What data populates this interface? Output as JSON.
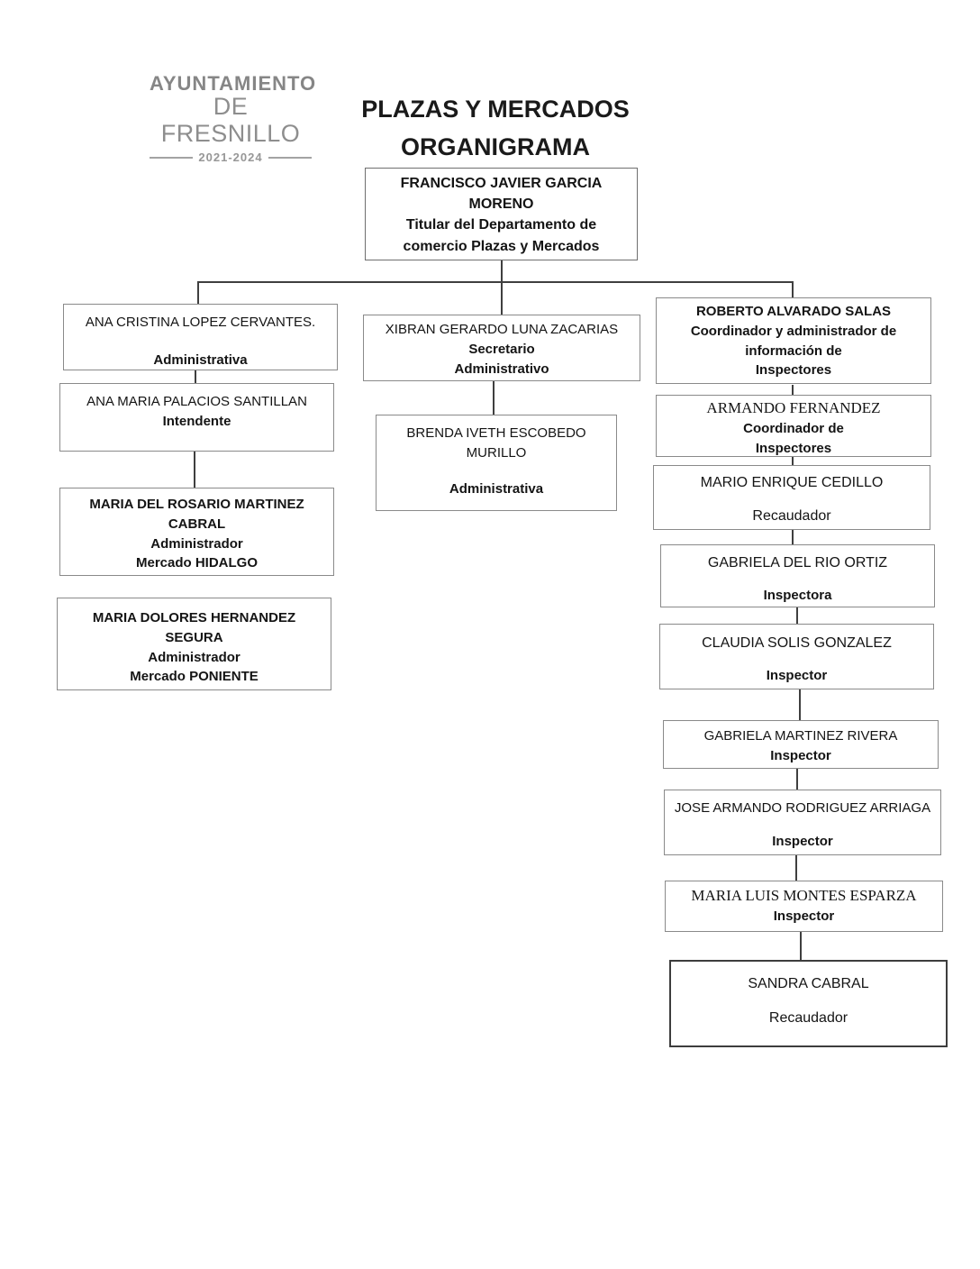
{
  "header": {
    "logo_line1": "AYUNTAMIENTO",
    "logo_line2": "DE FRESNILLO",
    "logo_years": "2021-2024",
    "title_line1": "PLAZAS Y MERCADOS",
    "title_line2": "ORGANIGRAMA"
  },
  "org": {
    "root": {
      "name": "FRANCISCO JAVIER GARCIA\nMORENO",
      "role": "Titular del Departamento de\ncomercio Plazas y Mercados"
    },
    "admin1": {
      "name": "ANA CRISTINA LOPEZ CERVANTES.",
      "role": "Administrativa"
    },
    "intendente": {
      "name": "ANA MARIA PALACIOS SANTILLAN",
      "role": "Intendente"
    },
    "mercado_hidalgo": {
      "name": "MARIA DEL ROSARIO MARTINEZ\nCABRAL",
      "role": "Administrador\nMercado HIDALGO"
    },
    "mercado_poniente": {
      "name": "MARIA DOLORES HERNANDEZ\nSEGURA",
      "role": "Administrador\nMercado PONIENTE"
    },
    "secretario": {
      "name": "XIBRAN GERARDO LUNA ZACARIAS",
      "role": "Secretario\nAdministrativo"
    },
    "admin2": {
      "name": "BRENDA IVETH ESCOBEDO\nMURILLO",
      "role": "Administrativa"
    },
    "coordinador_info": {
      "name": "ROBERTO ALVARADO SALAS",
      "role": "Coordinador y administrador de\ninformación de\nInspectores"
    },
    "coordinador_insp": {
      "name": "ARMANDO FERNANDEZ",
      "role": "Coordinador de\nInspectores"
    },
    "recaudador1": {
      "name": "MARIO ENRIQUE CEDILLO",
      "role": "Recaudador"
    },
    "inspectora": {
      "name": "GABRIELA DEL RIO ORTIZ",
      "role": "Inspectora"
    },
    "inspector1": {
      "name": "CLAUDIA SOLIS GONZALEZ",
      "role": "Inspector"
    },
    "inspector2": {
      "name": "GABRIELA MARTINEZ RIVERA",
      "role": "Inspector"
    },
    "inspector3": {
      "name": "JOSE ARMANDO RODRIGUEZ ARRIAGA",
      "role": "Inspector"
    },
    "inspector4": {
      "name": "MARIA LUIS MONTES ESPARZA",
      "role": "Inspector"
    },
    "recaudador2": {
      "name": "SANDRA CABRAL",
      "role": "Recaudador"
    }
  },
  "colors": {
    "box_border": "#8a8a8a",
    "dark_box_border": "#3d3d3d",
    "connector": "#3f3f3f",
    "logo_gray": "#8e8e8e",
    "text": "#141414"
  }
}
